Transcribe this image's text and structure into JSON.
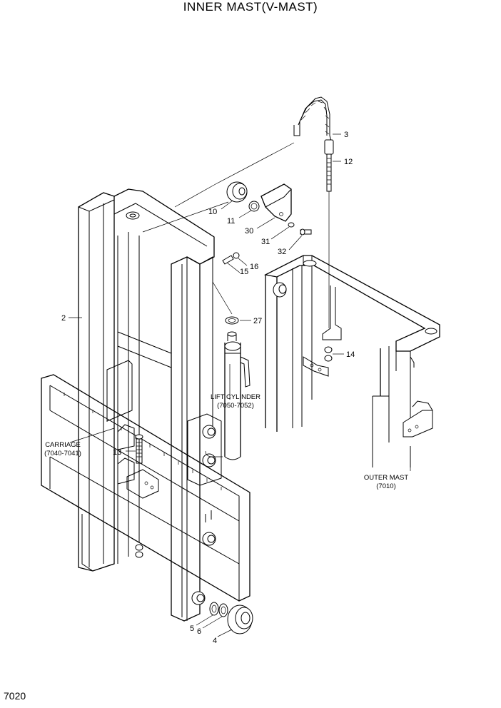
{
  "title": "INNER MAST(V-MAST)",
  "page_number": "7020",
  "callouts": {
    "c2": "2",
    "c3": "3",
    "c4": "4",
    "c5": "5",
    "c6": "6",
    "c10": "10",
    "c11": "11",
    "c12": "12",
    "c13": "13",
    "c14": "14",
    "c15": "15",
    "c16": "16",
    "c27": "27",
    "c30": "30",
    "c31": "31",
    "c32": "32"
  },
  "assemblies": {
    "lift_cylinder_name": "LIFT CYLINDER",
    "lift_cylinder_ref": "(7050-7052)",
    "carriage_name": "CARRIAGE",
    "carriage_ref": "(7040-7041)",
    "outer_mast_name": "OUTER MAST",
    "outer_mast_ref": "(7010)"
  }
}
